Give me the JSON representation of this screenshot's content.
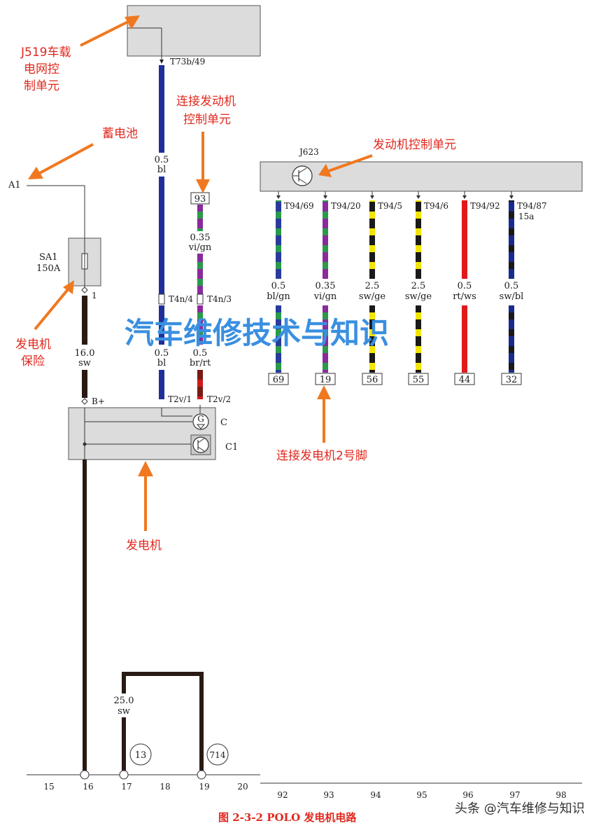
{
  "labels": {
    "j519": "J519车载",
    "j519_2": "电网控",
    "j519_3": "制单元",
    "battery": "蓄电池",
    "conn_ecu_1": "连接发动机",
    "conn_ecu_2": "控制单元",
    "ecu": "发动机控制单元",
    "alt_fuse_1": "发电机",
    "alt_fuse_2": "保险",
    "conn_alt_pin2": "连接发电机2号脚",
    "alternator": "发电机"
  },
  "watermark": "汽车维修技术与知识",
  "caption": "图 2-3-2    POLO 发电机电路",
  "corner_credit": "头条 @汽车维修与知识",
  "components": {
    "a1": "A1",
    "sa1_name": "SA1",
    "sa1_rating": "150A",
    "sa1_pin": "1",
    "j623": "J623",
    "t73b": "T73b/49",
    "bplus": "B+",
    "c": "C",
    "c1": "C1",
    "g": "G",
    "conn93": "93"
  },
  "wires": {
    "w_bl_size": "0.5",
    "w_bl_color": "bl",
    "w_vign_size": "0.35",
    "w_vign_color": "vi/gn",
    "t4n4": "T4n/4",
    "t4n3": "T4n/3",
    "w_bl2_size": "0.5",
    "w_bl2_color": "bl",
    "w_brrt_size": "0.5",
    "w_brrt_color": "br/rt",
    "t2v1": "T2v/1",
    "t2v2": "T2v/2",
    "w_sw_size": "16.0",
    "w_sw_color": "sw",
    "w_gnd_size": "25.0",
    "w_gnd_color": "sw"
  },
  "ecu_pins": [
    {
      "term": "T94/69",
      "size": "0.5",
      "color": "bl/gn",
      "box": "69",
      "c1": "#2a3a9c",
      "c2": "#2a9a4a"
    },
    {
      "term": "T94/20",
      "size": "0.35",
      "color": "vi/gn",
      "box": "19",
      "c1": "#8a2a9c",
      "c2": "#2a9a4a"
    },
    {
      "term": "T94/5",
      "size": "2.5",
      "color": "sw/ge",
      "box": "56",
      "c1": "#1a1a1a",
      "c2": "#f2e600"
    },
    {
      "term": "T94/6",
      "size": "2.5",
      "color": "sw/ge",
      "box": "55",
      "c1": "#1a1a1a",
      "c2": "#f2e600"
    },
    {
      "term": "T94/92",
      "size": "0.5",
      "color": "rt/ws",
      "box": "44",
      "c1": "#e01a1a",
      "c2": "#e01a1a"
    },
    {
      "term": "T94/87",
      "sub": "15a",
      "size": "0.5",
      "color": "sw/bl",
      "box": "32",
      "c1": "#1a2a8c",
      "c2": "#1a1a1a"
    }
  ],
  "grounds": {
    "g13": "13",
    "g714": "714"
  },
  "ruler_left": [
    "15",
    "16",
    "17",
    "18",
    "19",
    "20"
  ],
  "ruler_right": [
    "92",
    "93",
    "94",
    "95",
    "96",
    "97",
    "98"
  ],
  "colors": {
    "annotation": "#e0281e",
    "arrow": "#f07820",
    "watermark": "#3a8fe0",
    "blue_wire": "#1f2f9a",
    "black_wire": "#2a1a14"
  }
}
